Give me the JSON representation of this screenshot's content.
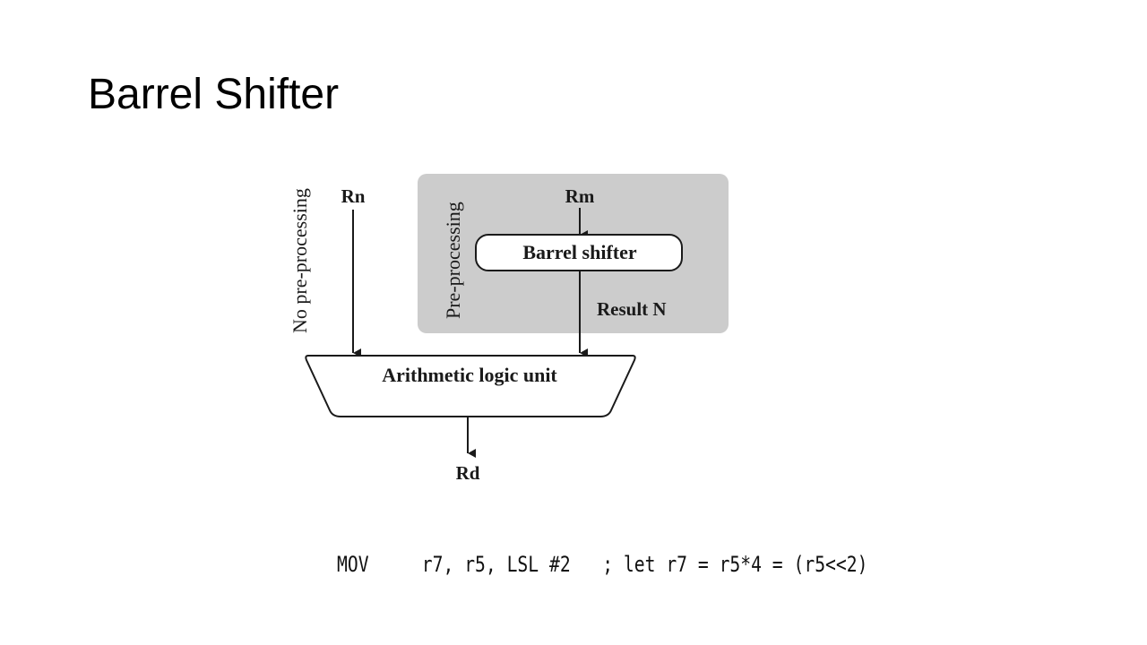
{
  "slide": {
    "title": "Barrel Shifter"
  },
  "diagram": {
    "side_label_left": "No pre-processing",
    "side_label_right": "Pre-processing",
    "input_rn": "Rn",
    "input_rm": "Rm",
    "shifter_box": "Barrel shifter",
    "result_label": "Result N",
    "alu_box": "Arithmetic logic unit",
    "output_rd": "Rd",
    "colors": {
      "preprocessing_panel": "#cccccc",
      "lines": "#1a1a1a",
      "box_fill": "#ffffff"
    }
  },
  "code": {
    "mnemonic": "MOV",
    "operands": "r7, r5, LSL #2",
    "comment": "; let r7 = r5*4 = (r5<<2)"
  }
}
